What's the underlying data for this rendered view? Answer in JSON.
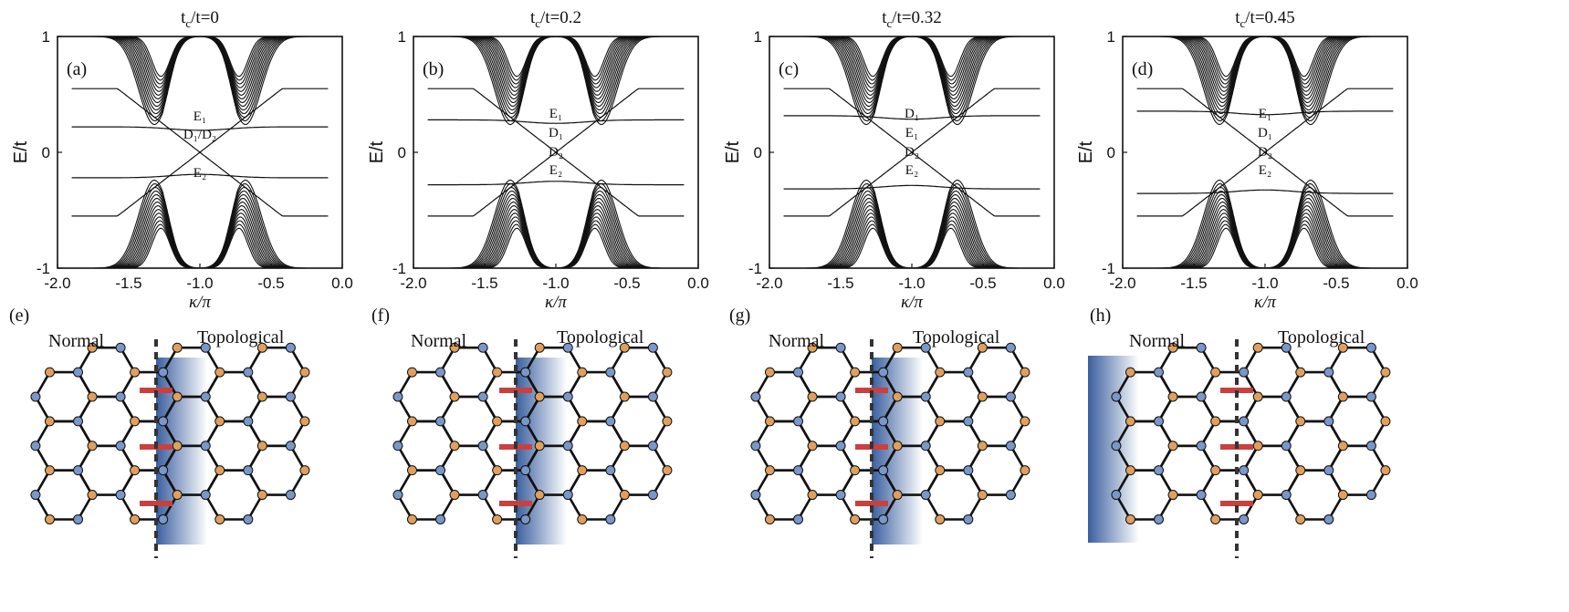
{
  "plots": [
    {
      "panel_label": "(a)",
      "title": "t_c/t=0",
      "title_main": "t",
      "title_sub": "c",
      "title_rest": "/t=0",
      "tc": 0,
      "state_labels": [
        "E₁",
        "D₁/D₂",
        "E₂"
      ]
    },
    {
      "panel_label": "(b)",
      "title": "t_c/t=0.2",
      "title_main": "t",
      "title_sub": "c",
      "title_rest": "/t=0.2",
      "tc": 0.2,
      "state_labels": [
        "E₁",
        "D₁",
        "D₂",
        "E₂"
      ]
    },
    {
      "panel_label": "(c)",
      "title": "t_c/t=0.32",
      "title_main": "t",
      "title_sub": "c",
      "title_rest": "/t=0.32",
      "tc": 0.32,
      "state_labels": [
        "D₁",
        "E₁",
        "D₂",
        "E₂"
      ]
    },
    {
      "panel_label": "(d)",
      "title": "t_c/t=0.45",
      "title_main": "t",
      "title_sub": "c",
      "title_rest": "/t=0.45",
      "tc": 0.45,
      "state_labels": [
        "E₁",
        "D₁",
        "D₂",
        "E₂"
      ]
    }
  ],
  "axes": {
    "ylabel": "E/t",
    "xlabel": "κ/π",
    "xticks": [
      "-2.0",
      "-1.5",
      "-1.0",
      "-0.5",
      "0.0"
    ],
    "yticks": [
      "1",
      "0",
      "-1"
    ],
    "xlim": [
      -2.0,
      0.0
    ],
    "ylim": [
      -1,
      1
    ]
  },
  "lattices": [
    {
      "panel_label": "(e)",
      "normal_label": "Normal",
      "topo_label": "Topological"
    },
    {
      "panel_label": "(f)",
      "normal_label": "Normal",
      "topo_label": "Topological"
    },
    {
      "panel_label": "(g)",
      "normal_label": "Normal",
      "topo_label": "Topological"
    },
    {
      "panel_label": "(h)",
      "normal_label": "Normal",
      "topo_label": "Topological"
    }
  ],
  "colors": {
    "orange_site": "#e0a05c",
    "blue_site": "#7b96c8",
    "bond": "#111111",
    "red_bond": "#c9403f",
    "gradient_blue": "#3a5f9e",
    "boundary": "#333333"
  },
  "chart_data": {
    "type": "line",
    "description_of_axes": "energy bands E/t versus κ/π for four coupling ratios",
    "series": [
      {
        "name": "t_c/t=0",
        "x_range": [
          -2.0,
          0.0
        ],
        "y_range": [
          -1,
          1
        ]
      },
      {
        "name": "t_c/t=0.2",
        "x_range": [
          -2.0,
          0.0
        ],
        "y_range": [
          -1,
          1
        ]
      },
      {
        "name": "t_c/t=0.32",
        "x_range": [
          -2.0,
          0.0
        ],
        "y_range": [
          -1,
          1
        ]
      },
      {
        "name": "t_c/t=0.45",
        "x_range": [
          -2.0,
          0.0
        ],
        "y_range": [
          -1,
          1
        ]
      }
    ],
    "xlabel": "κ/π",
    "ylabel": "E/t",
    "xlim": [
      -2.0,
      0.0
    ],
    "ylim": [
      -1,
      1
    ],
    "grid": false
  }
}
